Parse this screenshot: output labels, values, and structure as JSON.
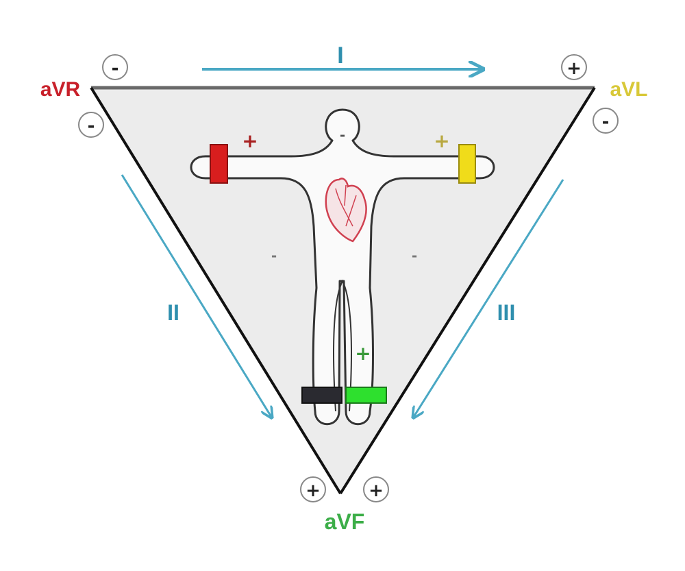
{
  "leads": {
    "I": "I",
    "II": "II",
    "III": "III"
  },
  "augmented": {
    "aVR": "aVR",
    "aVL": "aVL",
    "aVF": "aVF"
  },
  "signs": {
    "plus": "+",
    "minus": "-"
  },
  "colors": {
    "arrow": "#4aa8c4",
    "lead_label": "#2f8fae",
    "aVR": "#c8202a",
    "aVL": "#d8c838",
    "aVF": "#3cae48",
    "right_arm_electrode": "#d81e1e",
    "left_arm_electrode": "#f0dc1a",
    "left_leg_electrode": "#2ee02e",
    "right_leg_electrode": "#222222",
    "heart": "#d04050",
    "triangle_fill": "#ececec"
  }
}
